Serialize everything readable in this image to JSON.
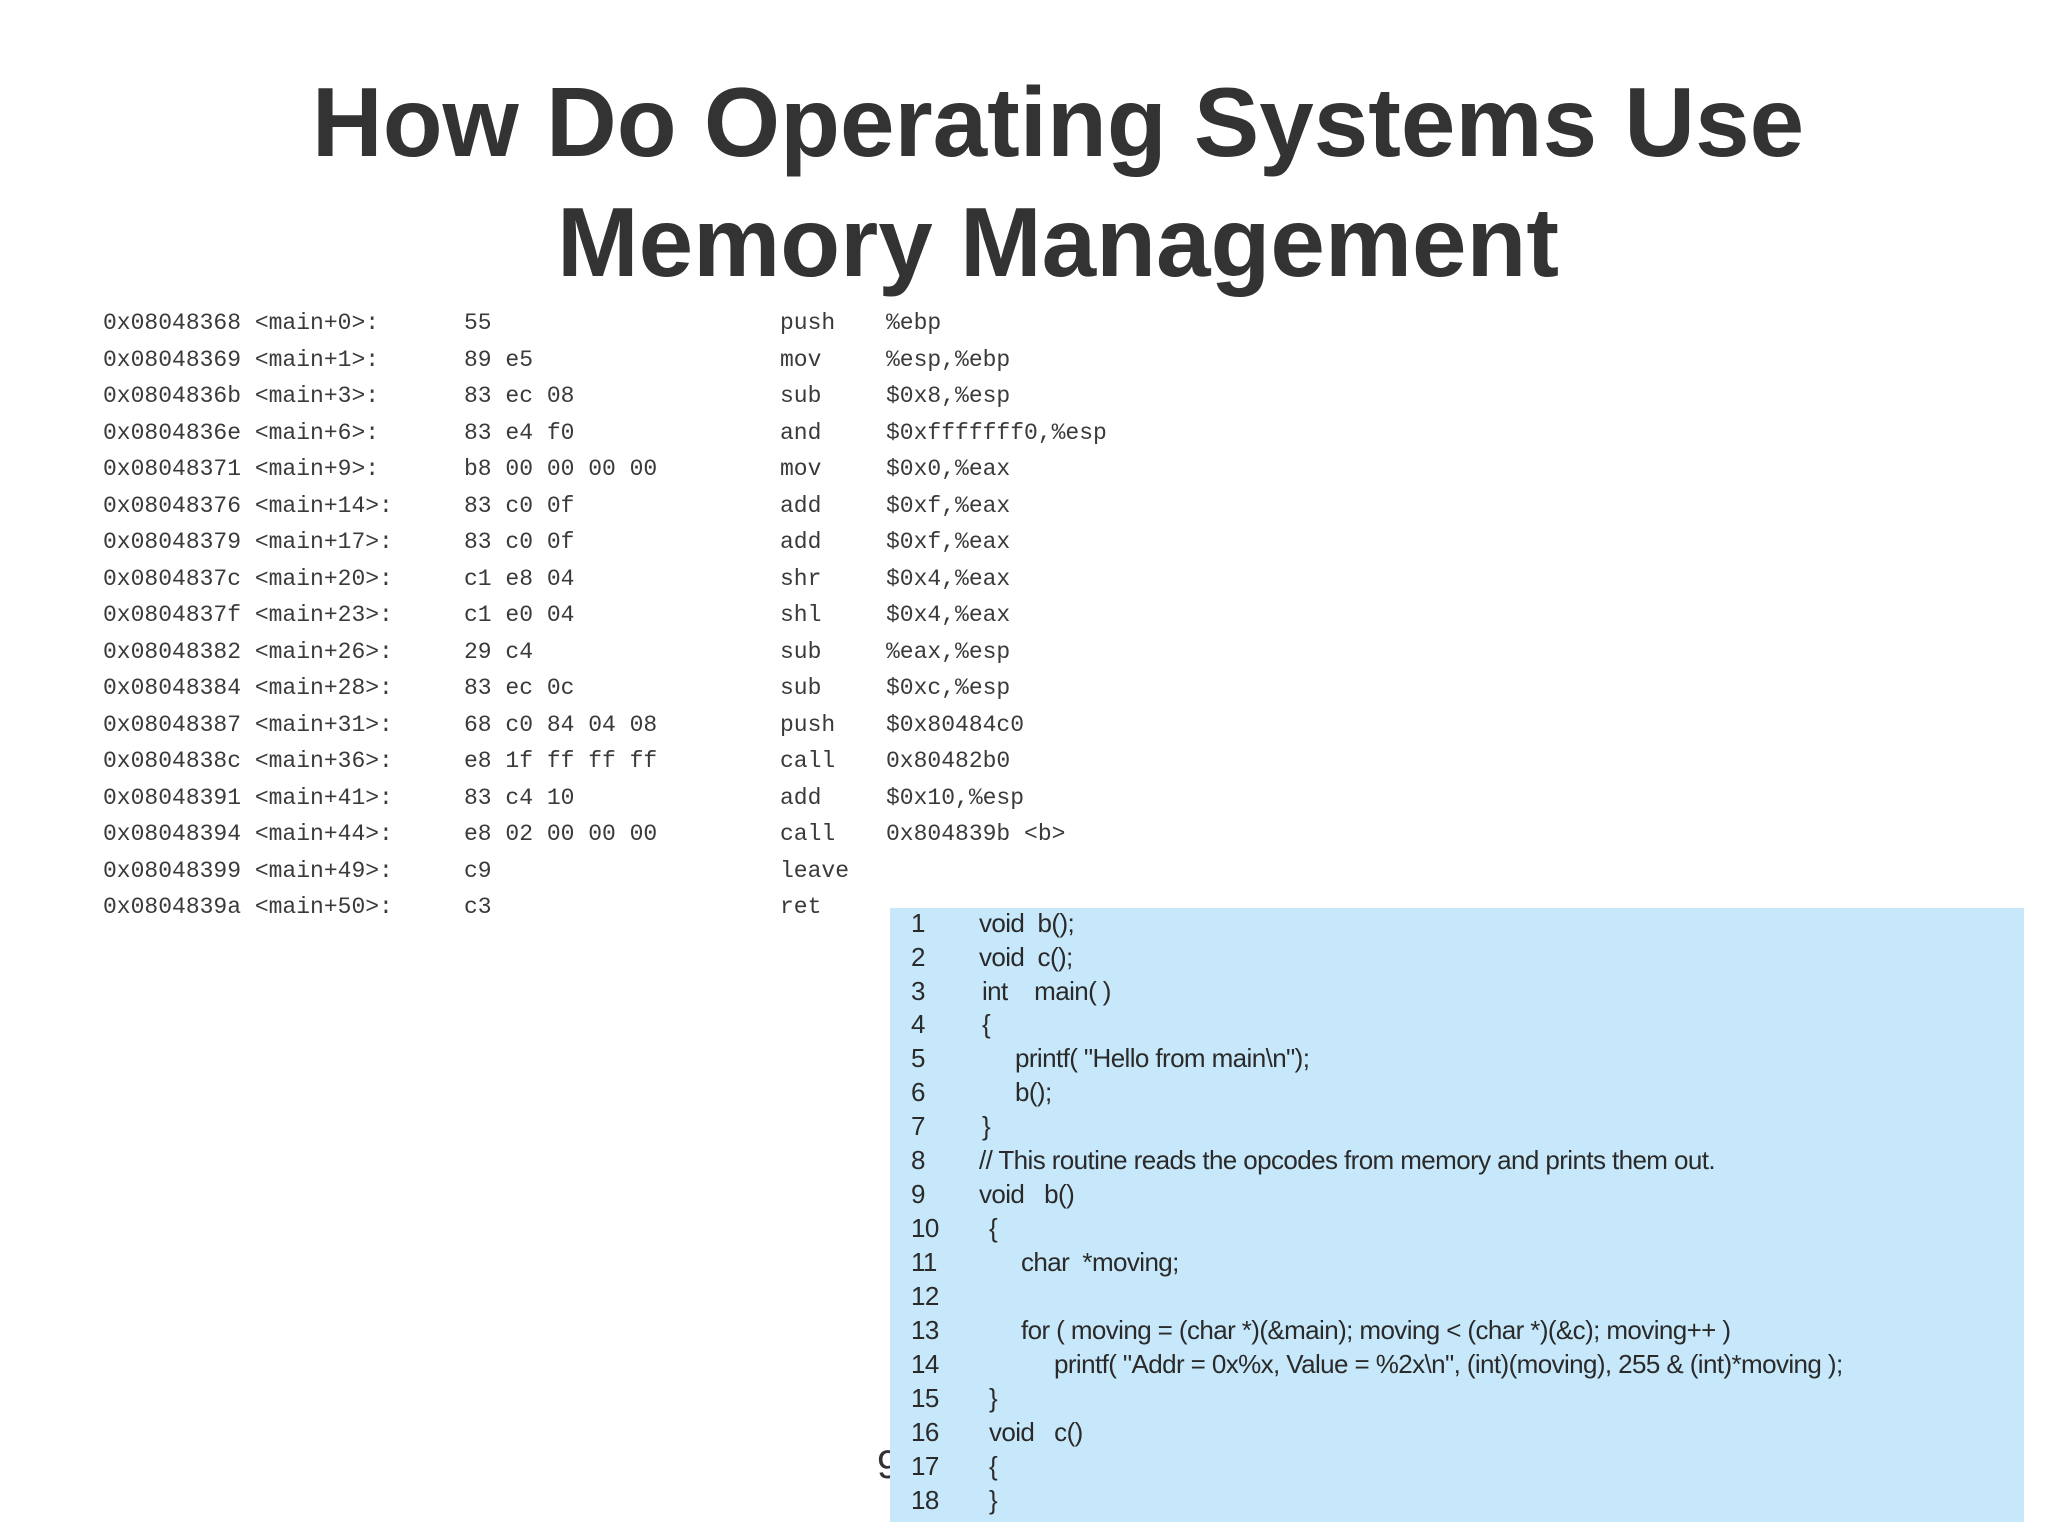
{
  "title": {
    "line1": "How Do Operating Systems Use",
    "line2": "Memory Management"
  },
  "disassembly": [
    {
      "addr": "0x08048368 <main+0>:",
      "bytes": "55",
      "op": "push",
      "args": "%ebp"
    },
    {
      "addr": "0x08048369 <main+1>:",
      "bytes": "89 e5",
      "op": "mov",
      "args": "%esp,%ebp"
    },
    {
      "addr": "0x0804836b <main+3>:",
      "bytes": "83 ec 08",
      "op": "sub",
      "args": "$0x8,%esp"
    },
    {
      "addr": "0x0804836e <main+6>:",
      "bytes": "83 e4 f0",
      "op": "and",
      "args": "$0xfffffff0,%esp"
    },
    {
      "addr": "0x08048371 <main+9>:",
      "bytes": "b8 00 00 00 00",
      "op": "mov",
      "args": "$0x0,%eax"
    },
    {
      "addr": "0x08048376 <main+14>:",
      "bytes": "83 c0 0f",
      "op": "add",
      "args": "$0xf,%eax"
    },
    {
      "addr": "0x08048379 <main+17>:",
      "bytes": "83 c0 0f",
      "op": "add",
      "args": "$0xf,%eax"
    },
    {
      "addr": "0x0804837c <main+20>:",
      "bytes": "c1 e8 04",
      "op": "shr",
      "args": "$0x4,%eax"
    },
    {
      "addr": "0x0804837f <main+23>:",
      "bytes": "c1 e0 04",
      "op": "shl",
      "args": "$0x4,%eax"
    },
    {
      "addr": "0x08048382 <main+26>:",
      "bytes": "29 c4",
      "op": "sub",
      "args": "%eax,%esp"
    },
    {
      "addr": "0x08048384 <main+28>:",
      "bytes": "83 ec 0c",
      "op": "sub",
      "args": "$0xc,%esp"
    },
    {
      "addr": "0x08048387 <main+31>:",
      "bytes": "68 c0 84 04 08",
      "op": "push",
      "args": "$0x80484c0"
    },
    {
      "addr": "0x0804838c <main+36>:",
      "bytes": "e8 1f ff ff ff",
      "op": "call",
      "args": "0x80482b0"
    },
    {
      "addr": "0x08048391 <main+41>:",
      "bytes": "83 c4 10",
      "op": "add",
      "args": "$0x10,%esp"
    },
    {
      "addr": "0x08048394 <main+44>:",
      "bytes": "e8 02 00 00 00",
      "op": "call",
      "args": "0x804839b <b>"
    },
    {
      "addr": "0x08048399 <main+49>:",
      "bytes": "c9",
      "op": "leave",
      "args": ""
    },
    {
      "addr": "0x0804839a <main+50>:",
      "bytes": "c3",
      "op": "ret",
      "args": ""
    }
  ],
  "source_code": [
    {
      "num": "1",
      "text": "void  b();"
    },
    {
      "num": "2",
      "text": "void  c();"
    },
    {
      "num": "3",
      "text": "int    main( )"
    },
    {
      "num": "4",
      "text": "{"
    },
    {
      "num": "5",
      "text": "printf( \"Hello from main\\n\");"
    },
    {
      "num": "6",
      "text": "b();"
    },
    {
      "num": "7",
      "text": "}"
    },
    {
      "num": "8",
      "text": "// This routine reads the opcodes from memory and prints them out."
    },
    {
      "num": "9",
      "text": "void   b()"
    },
    {
      "num": "10",
      "text": "{"
    },
    {
      "num": "11",
      "text": "char  *moving;"
    },
    {
      "num": "12",
      "text": ""
    },
    {
      "num": "13",
      "text": "for ( moving = (char *)(&main); moving < (char *)(&c); moving++ )"
    },
    {
      "num": "14",
      "text": "printf( \"Addr = 0x%x, Value = %2x\\n\", (int)(moving), 255 & (int)*moving );"
    },
    {
      "num": "15",
      "text": "}"
    },
    {
      "num": "16",
      "text": "void   c()"
    },
    {
      "num": "17",
      "text": "{"
    },
    {
      "num": "18",
      "text": "}"
    }
  ],
  "page_number_fragment": "9",
  "colors": {
    "title": "#333333",
    "code_box_background": "#c7e8fa"
  }
}
